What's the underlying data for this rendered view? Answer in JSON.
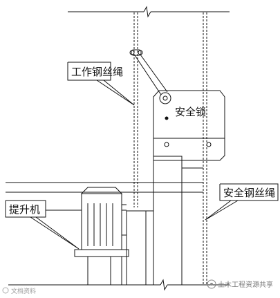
{
  "diagram": {
    "labels": {
      "working_rope": "工作钢丝绳",
      "safety_lock": "安全锁",
      "hoist": "提升机",
      "safety_rope": "安全钢丝绳"
    },
    "watermarks": {
      "left": "文档资料",
      "right": "土木工程资源共享"
    },
    "colors": {
      "line": "#111111",
      "background": "#ffffff",
      "watermark": "#9a9a9a"
    }
  }
}
